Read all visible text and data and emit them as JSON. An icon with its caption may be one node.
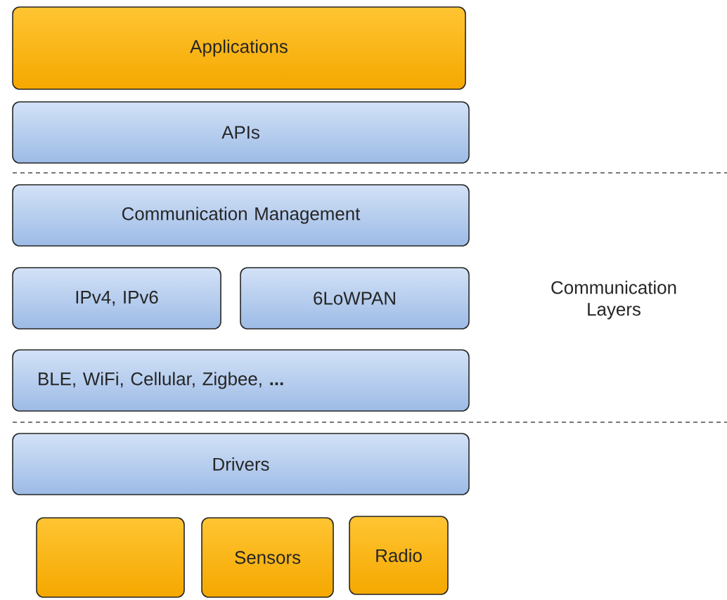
{
  "diagram": {
    "nodes": [
      {
        "text": [
          "Applications"
        ]
      },
      {
        "text": [
          "APIs"
        ]
      },
      {
        "text": [
          "Communication Management"
        ]
      },
      {
        "text": [
          "IPv4, IPv6"
        ]
      },
      {
        "text": [
          "6LoWPAN"
        ]
      },
      {
        "text": [
          "BLE, WiFi, Cellular, Zigbee, **...**"
        ]
      },
      {
        "text": [
          "Drivers"
        ]
      },
      {
        "text": [],
        "shape": "box"
      },
      {
        "text": [
          "Sensors"
        ]
      },
      {
        "text": [
          "Radio"
        ]
      }
    ],
    "labels": [
      "Communication Layers"
    ]
  }
}
